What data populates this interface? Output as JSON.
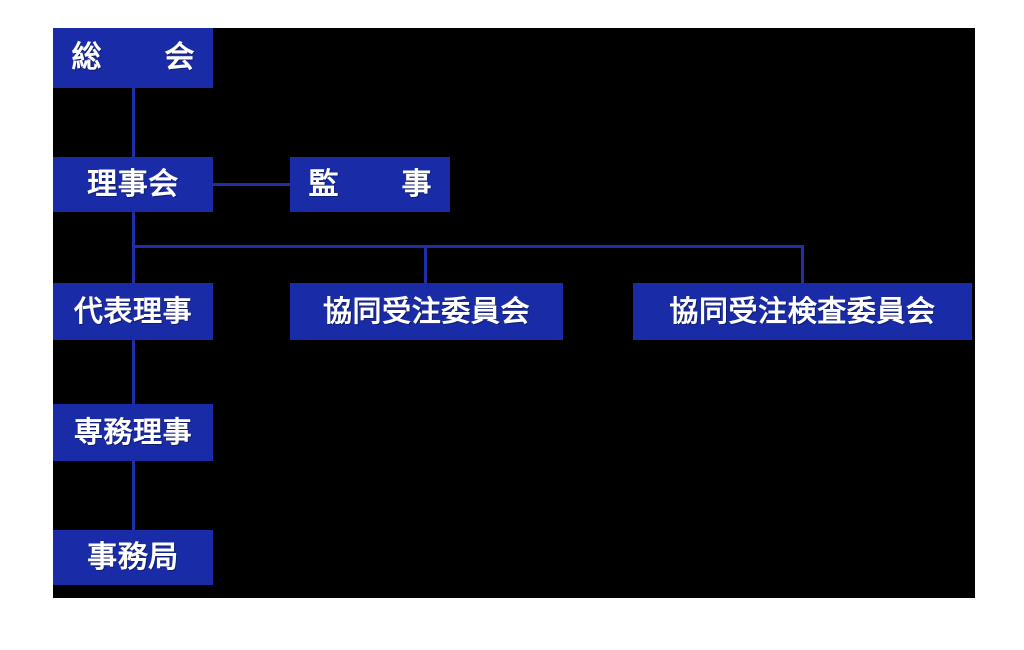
{
  "chart_data": {
    "type": "diagram",
    "title": "",
    "subtype": "organization-chart",
    "orientation": "top-down",
    "colors": {
      "background": "#ffffff",
      "canvas": "#000000",
      "node_fill": "#1A2BA8",
      "node_text": "#ffffff",
      "connector": "#1F2FA8"
    },
    "nodes": [
      {
        "id": "sokai",
        "label": "総　会",
        "level": 0,
        "column": 0
      },
      {
        "id": "rijikai",
        "label": "理事会",
        "level": 1,
        "column": 0
      },
      {
        "id": "kanji",
        "label": "監　事",
        "level": 1,
        "column": 1
      },
      {
        "id": "daihyo",
        "label": "代表理事",
        "level": 2,
        "column": 0
      },
      {
        "id": "kyodo",
        "label": "協同受注委員会",
        "level": 2,
        "column": 1
      },
      {
        "id": "kyodokensa",
        "label": "協同受注検査委員会",
        "level": 2,
        "column": 2
      },
      {
        "id": "senmu",
        "label": "専務理事",
        "level": 3,
        "column": 0
      },
      {
        "id": "jimukyoku",
        "label": "事務局",
        "level": 4,
        "column": 0
      }
    ],
    "edges": [
      {
        "from": "sokai",
        "to": "rijikai",
        "style": "vertical"
      },
      {
        "from": "rijikai",
        "to": "kanji",
        "style": "horizontal"
      },
      {
        "from": "rijikai",
        "to": "daihyo",
        "style": "vertical"
      },
      {
        "from": "rijikai",
        "to": "kyodo",
        "style": "bus"
      },
      {
        "from": "rijikai",
        "to": "kyodokensa",
        "style": "bus"
      },
      {
        "from": "daihyo",
        "to": "senmu",
        "style": "vertical"
      },
      {
        "from": "senmu",
        "to": "jimukyoku",
        "style": "vertical"
      }
    ]
  },
  "nodes": {
    "sokai": {
      "label": "総　会"
    },
    "rijikai": {
      "label": "理事会"
    },
    "kanji": {
      "label": "監　事"
    },
    "daihyo": {
      "label": "代表理事"
    },
    "kyodo": {
      "label": "協同受注委員会"
    },
    "kyodokensa": {
      "label": "協同受注検査委員会"
    },
    "senmu": {
      "label": "専務理事"
    },
    "jimukyoku": {
      "label": "事務局"
    }
  }
}
